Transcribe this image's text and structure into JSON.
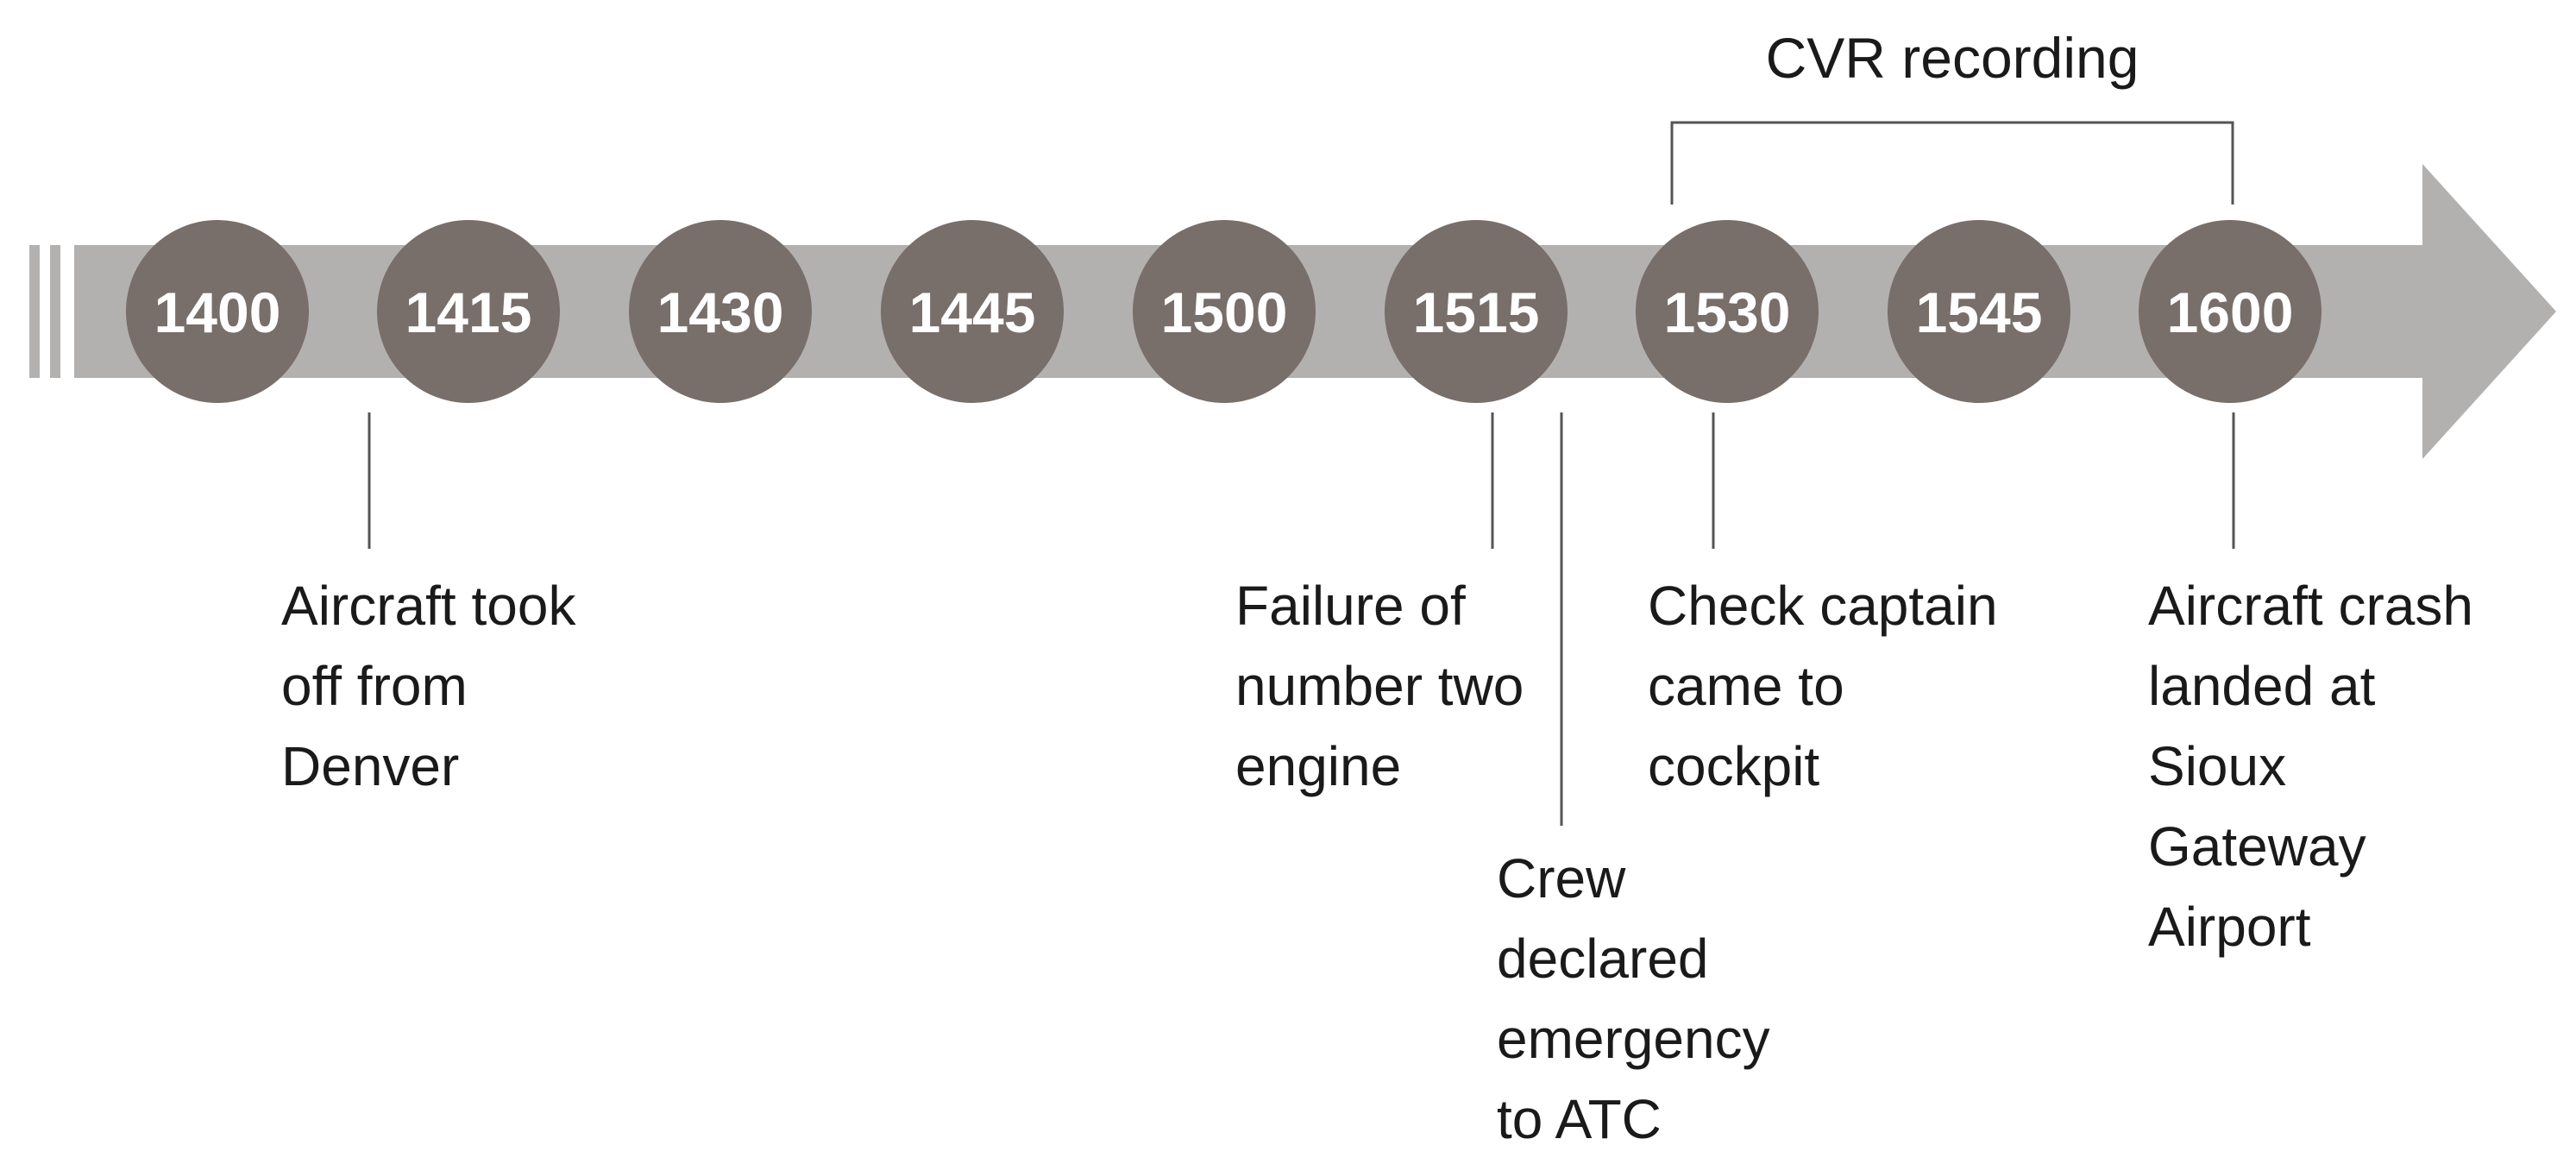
{
  "colors": {
    "arrow": "#b3b1af",
    "circle": "#786e6a",
    "circle_text": "#ffffff",
    "line": "#555555",
    "text": "#1a1a1a"
  },
  "time_markers": [
    "1400",
    "1415",
    "1430",
    "1445",
    "1500",
    "1515",
    "1530",
    "1545",
    "1600"
  ],
  "events": [
    {
      "lines": [
        "Aircraft took",
        "off from",
        "Denver"
      ]
    },
    {
      "lines": [
        "Failure of",
        "number two",
        "engine"
      ]
    },
    {
      "lines": [
        "Crew",
        "declared",
        "emergency",
        "to ATC"
      ]
    },
    {
      "lines": [
        "Check captain",
        "came to",
        "cockpit"
      ]
    },
    {
      "lines": [
        "Aircraft crash",
        "landed at",
        "Sioux",
        "Gateway",
        "Airport"
      ]
    }
  ],
  "bracket": {
    "label": "CVR recording"
  }
}
